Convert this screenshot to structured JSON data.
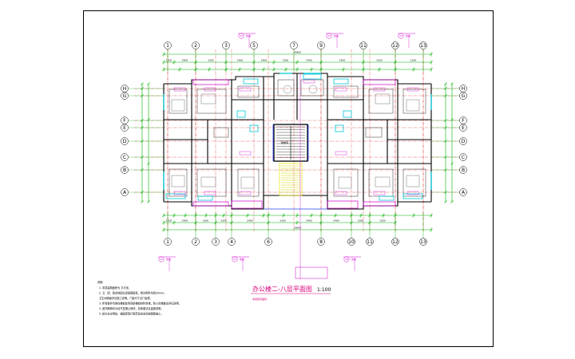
{
  "colors": {
    "dim": "#00b000",
    "wall": "#000000",
    "grid_red": "#d00000",
    "magenta": "#d000d0",
    "cyan": "#00c8d8",
    "yellow": "#e8e800",
    "blue": "#2040ff"
  },
  "top_axes": [
    "1",
    "2",
    "3",
    "5",
    "7",
    "9",
    "11",
    "12",
    "13"
  ],
  "bottom_axes": [
    "1",
    "2",
    "3",
    "4",
    "6",
    "8",
    "10",
    "11",
    "12",
    "13"
  ],
  "left_axes": [
    "H",
    "G",
    "F",
    "E",
    "D",
    "C",
    "B",
    "A"
  ],
  "right_axes": [
    "H",
    "G",
    "F",
    "E",
    "D",
    "C",
    "B",
    "A"
  ],
  "top_dims_outer": [
    "1200",
    "2400",
    "3300",
    "3300",
    "2400",
    "3300",
    "2400",
    "2400",
    "3300",
    "1200"
  ],
  "top_overall": [
    "30800"
  ],
  "bottom_dims_outer": [
    "1200",
    "2400",
    "3300",
    "3300",
    "2400",
    "3300",
    "2400",
    "2400",
    "3300",
    "1200"
  ],
  "bottom_overall": [
    "30800"
  ],
  "title": "办公楼二-八层平面图",
  "scale": "1:100",
  "subtitle": "本层建筑面积：",
  "notes_heading": "说明:",
  "notes": [
    "1. 本层建筑面积为          平方米。",
    "2. 卫、厨、阳台地面比同层楼面低，除注明外均低50mm。",
    "   卫生间墙面详见施工说明，门窗尺寸见门窗表。",
    "3. 所有管井均需在楼板处用同层楼板材料封堵，防火封堵做法详见说明。",
    "4. 室内隔墙均为加气混凝土砌块，具体做法见建施说明。",
    "5. 其它未注明处，按国家现行规范及有关标准图集施工。"
  ],
  "detail_refs": [
    {
      "num": "17",
      "sheet": "建施"
    },
    {
      "num": "17",
      "sheet": "建施"
    },
    {
      "num": "17",
      "sheet": "建施"
    },
    {
      "num": "17",
      "sheet": "建施"
    },
    {
      "num": "17",
      "sheet": "建施"
    },
    {
      "num": "18",
      "sheet": "建施"
    }
  ],
  "stair_label": "楼梯间"
}
